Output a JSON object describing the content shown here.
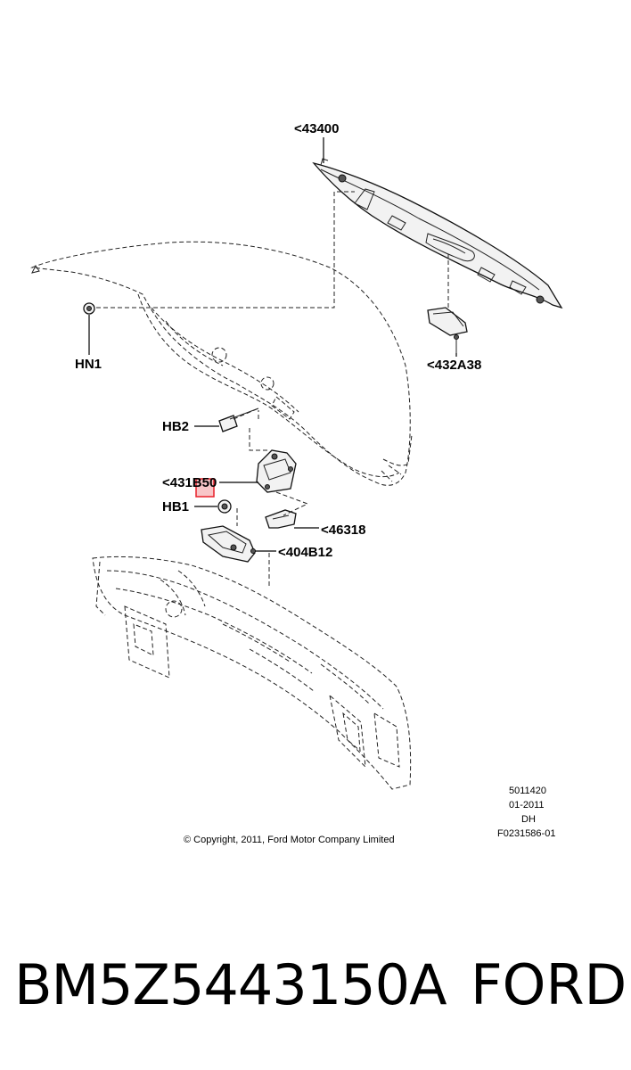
{
  "callouts": {
    "c43400": "<43400",
    "hn1": "HN1",
    "c432a38": "<432A38",
    "hb2": "HB2",
    "c431b50": "<431B50",
    "hb1": "HB1",
    "c46318": "<46318",
    "c404b12": "<404B12"
  },
  "info": {
    "line1": "5011420",
    "line2": "01-2011",
    "line3": "DH",
    "line4": "F0231586-01"
  },
  "copyright": "© Copyright, 2011, Ford Motor Company Limited",
  "footer": {
    "part_number": "BM5Z5443150A",
    "brand": "FORD"
  },
  "colors": {
    "highlight": "#e8202a",
    "highlight_fill": "#f6b3b6"
  }
}
